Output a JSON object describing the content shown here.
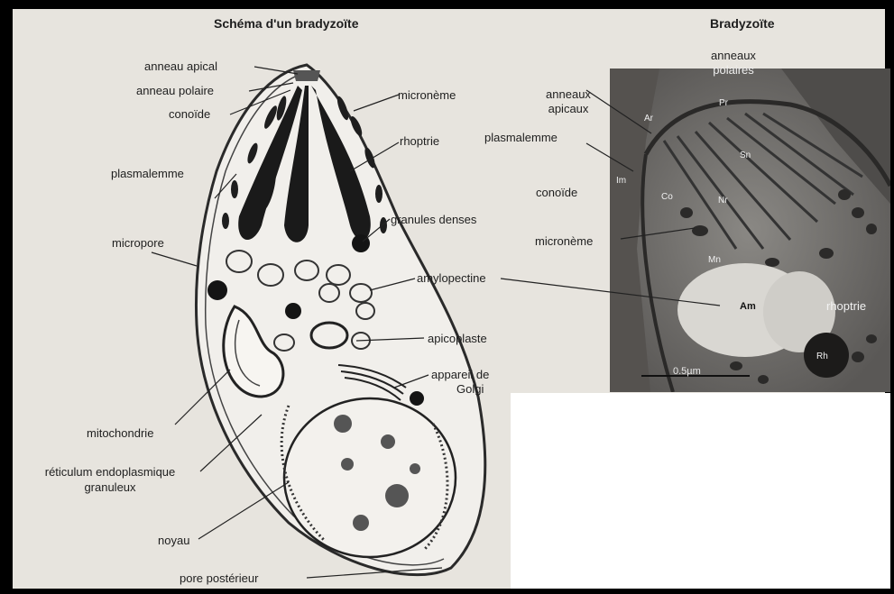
{
  "diagram": {
    "title_left": "Schéma d'un bradyzoïte",
    "title_right": "Bradyzoïte",
    "schema_labels": {
      "anneau_apical": "anneau apical",
      "anneau_polaire": "anneau polaire",
      "conoide": "conoïde",
      "plasmalemme": "plasmalemme",
      "micropore": "micropore",
      "mitochondrie": "mitochondrie",
      "reticulum_1": "réticulum endoplasmique",
      "reticulum_2": "granuleux",
      "noyau": "noyau",
      "pore_posterieur": "pore postérieur",
      "microneme": "micronème",
      "rhoptrie": "rhoptrie",
      "granules_denses": "granules denses",
      "amylopectine": "amylopectine",
      "apicoplaste": "apicoplaste",
      "golgi_1": "appareil de",
      "golgi_2": "Golgi"
    },
    "micrograph_labels": {
      "anneaux_polaires_1": "anneaux",
      "anneaux_polaires_2": "polaires",
      "anneaux_apicaux_1": "anneaux",
      "anneaux_apicaux_2": "apicaux",
      "plasmalemme": "plasmalemme",
      "conoide": "conoïde",
      "microneme": "micronème",
      "rhoptrie": "rhoptrie",
      "am": "Am",
      "pr": "Pr",
      "ar": "Ar",
      "co": "Co",
      "im": "Im",
      "sn": "Sn",
      "mn": "Mn",
      "nr": "Nr",
      "rh": "Rh",
      "scale": "0.5µm"
    }
  }
}
